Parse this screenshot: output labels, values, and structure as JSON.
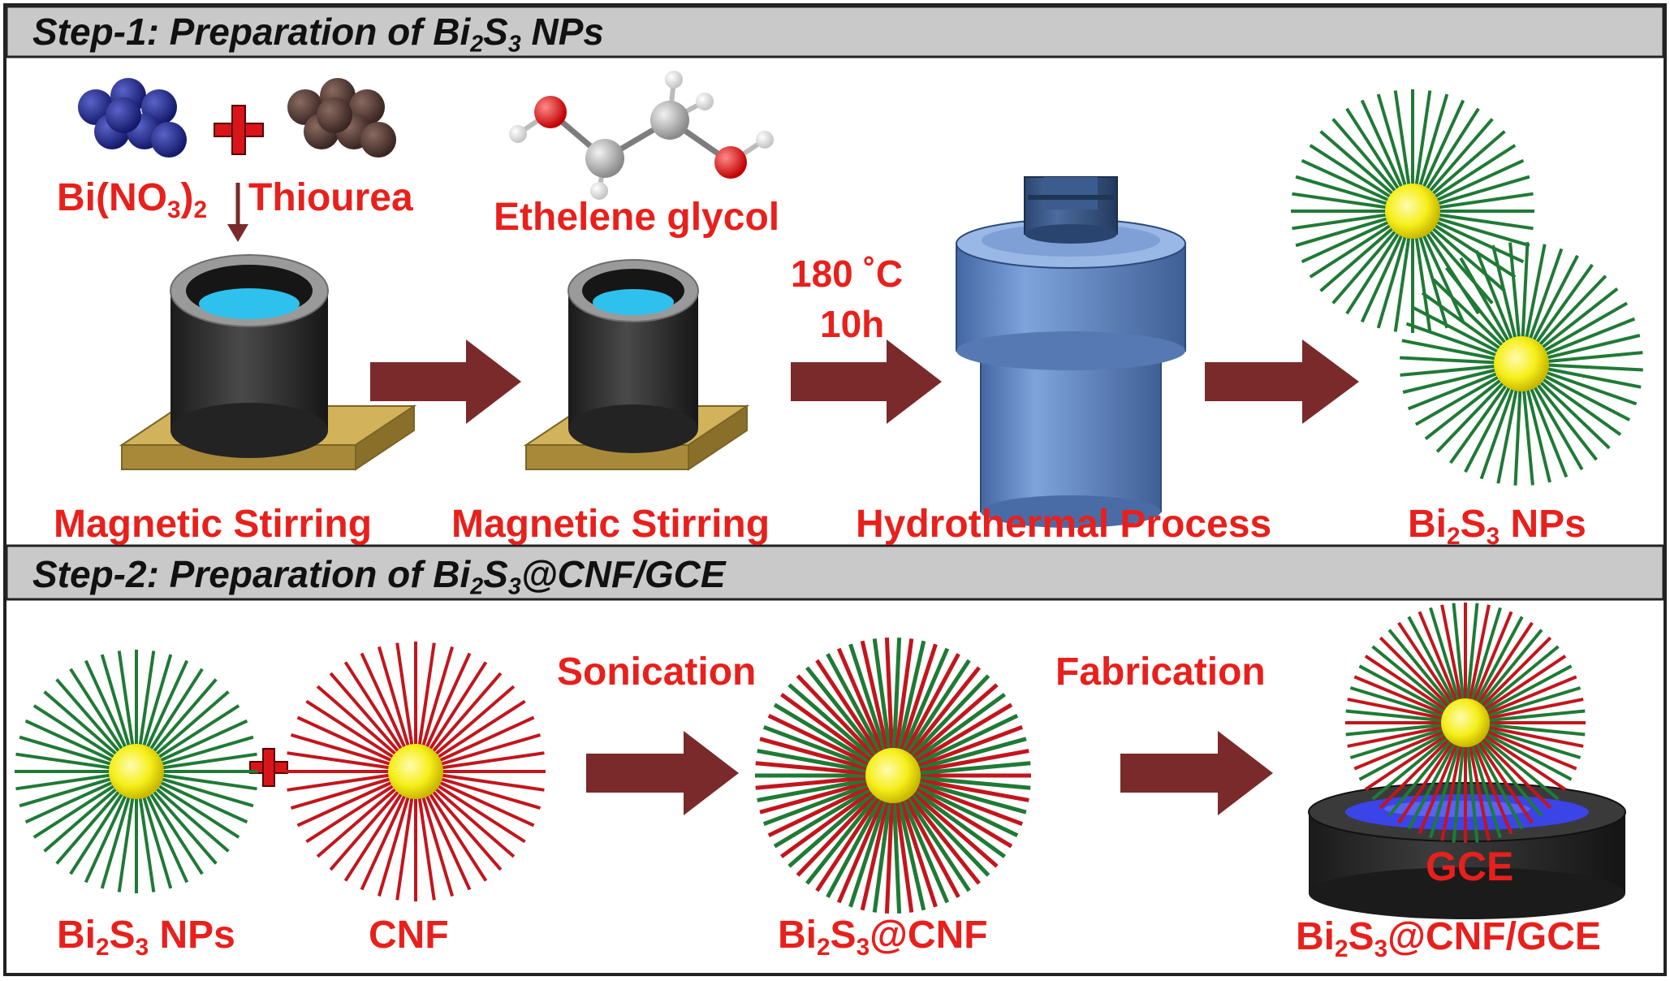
{
  "colors": {
    "label_red": "#e8201c",
    "arrow_brown": "#7a2a2a",
    "header_gray": "#c9c9c9",
    "rod_green": "#1f7a35",
    "rod_red": "#c2161c",
    "core_yellow": "#f6ef1a",
    "autoclave_blue": "#5d85c2",
    "stir_plate_gold": "#c5a448",
    "beaker_dark": "#2b2b2b",
    "liquid_cyan": "#2fc1ee",
    "gce_liquid": "#3b44e6"
  },
  "step1": {
    "title_prefix": "Step-1:  Preparation of Bi",
    "title_sub1": "2",
    "title_mid": "S",
    "title_sub2": "3",
    "title_suffix": " NPs"
  },
  "step2": {
    "title_prefix": "Step-2:  Preparation of Bi",
    "title_sub1": "2",
    "title_mid": "S",
    "title_sub2": "3",
    "title_suffix": "@CNF/GCE"
  },
  "labels": {
    "bino3_main": "Bi(NO",
    "bino3_sub1": "3",
    "bino3_close": ")",
    "bino3_sub2": "2",
    "thiourea": "Thiourea",
    "ethylene_glycol": "Ethelene glycol",
    "temp": "180 ˚C",
    "time": "10h",
    "magnetic_stirring_1": "Magnetic Stirring",
    "magnetic_stirring_2": "Magnetic Stirring",
    "hydrothermal": "Hydrothermal Process",
    "bi2s3_nps_1_a": "Bi",
    "bi2s3_nps_1_s1": "2",
    "bi2s3_nps_1_b": "S",
    "bi2s3_nps_1_s2": "3",
    "bi2s3_nps_1_c": " NPs",
    "sonication": "Sonication",
    "fabrication": "Fabrication",
    "bi2s3_nps_2_a": "Bi",
    "bi2s3_nps_2_s1": "2",
    "bi2s3_nps_2_b": "S",
    "bi2s3_nps_2_s2": "3",
    "bi2s3_nps_2_c": " NPs",
    "cnf": "CNF",
    "bi2s3cnf_a": "Bi",
    "bi2s3cnf_s1": "2",
    "bi2s3cnf_b": "S",
    "bi2s3cnf_s2": "3",
    "bi2s3cnf_c": "@CNF",
    "gce": "GCE",
    "final_a": "Bi",
    "final_s1": "2",
    "final_b": "S",
    "final_s2": "3",
    "final_c": "@CNF/GCE"
  }
}
